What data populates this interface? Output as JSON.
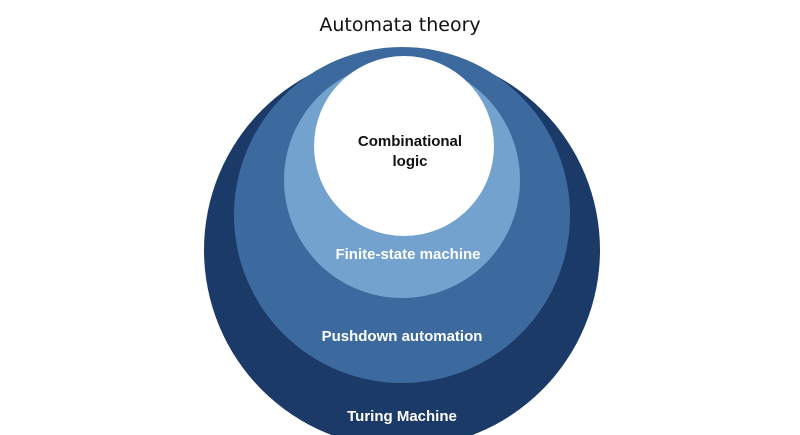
{
  "title": "Automata theory",
  "levels": [
    {
      "label": "Turing Machine",
      "color": "#1b3a68"
    },
    {
      "label": "Pushdown automation",
      "color": "#3d6a9e"
    },
    {
      "label": "Finite-state machine",
      "color": "#74a2cf"
    },
    {
      "label_lines": [
        "Combinational",
        "logic"
      ],
      "color": "#ffffff"
    }
  ],
  "label_colors": {
    "light": "#ffffff",
    "dark": "#111111"
  }
}
